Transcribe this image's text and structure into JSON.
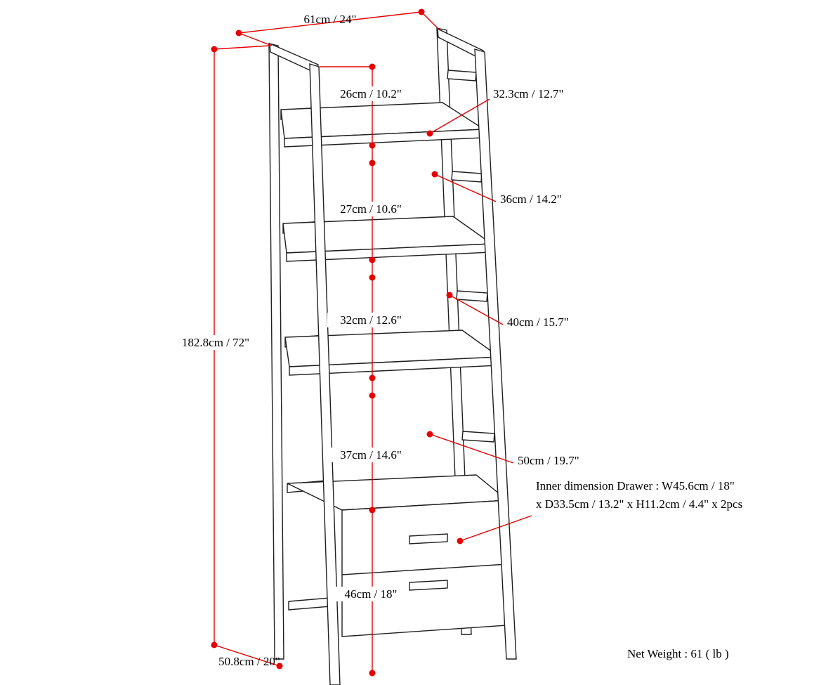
{
  "colors": {
    "dimension_red": "#e60000",
    "outline_black": "#1f1f1f",
    "background": "#ffffff"
  },
  "labels": {
    "top_width": "61cm / 24\"",
    "total_height": "182.8cm / 72\"",
    "base_depth": "50.8cm / 20\"",
    "shelf_gap_1": "26cm / 10.2\"",
    "shelf_gap_2": "27cm / 10.6\"",
    "shelf_gap_3": "32cm / 12.6\"",
    "shelf_gap_4": "37cm / 14.6\"",
    "drawer_section_height": "46cm / 18\"",
    "shelf_depth_1": "32.3cm / 12.7\"",
    "shelf_depth_2": "36cm / 14.2\"",
    "shelf_depth_3": "40cm / 15.7\"",
    "shelf_depth_4": "50cm / 19.7\"",
    "drawer_note_line1": "Inner dimension Drawer : W45.6cm / 18\"",
    "drawer_note_line2": "x D33.5cm / 13.2\" x H11.2cm / 4.4\" x 2pcs",
    "net_weight": "Net Weight : 61 ( lb )"
  }
}
